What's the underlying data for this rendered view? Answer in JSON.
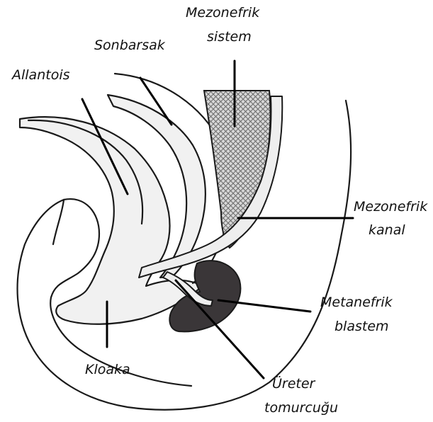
{
  "labels": {
    "mezonefrik_sistem_1": "Mezonefrik",
    "mezonefrik_sistem_2": "sistem",
    "sonbarsak": "Sonbarsak",
    "allantois": "Allantois",
    "mezonefrik_kanal_1": "Mezonefrik",
    "mezonefrik_kanal_2": "kanal",
    "metanefrik_blastem_1": "Metanefrik",
    "metanefrik_blastem_2": "blastem",
    "kloaka": "Kloaka",
    "ureter_tomurcugu_1": "Üreter",
    "ureter_tomurcugu_2": "tomurcuğu"
  },
  "colors": {
    "outline": "#1a1a1a",
    "tissue_fill": "#f1f1f1",
    "blastema_fill": "#3a3638",
    "hatch": "#6b6b6b"
  }
}
